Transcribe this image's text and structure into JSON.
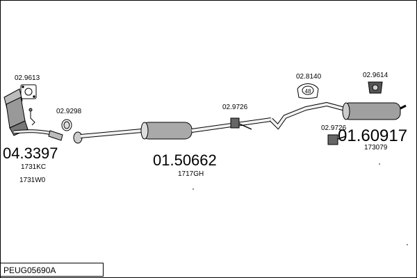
{
  "diagram_code": "PEUG05690A",
  "parts": {
    "catalyst_main": "04.3397",
    "catalyst_sub1": "1731KC",
    "catalyst_sub2": "1731W0",
    "gasket_top_left": "02.9613",
    "clamp_left": "02.9298",
    "middle_main": "01.50662",
    "middle_sub": "1717GH",
    "mount_mid": "02.9726",
    "ring_48": "02.8140",
    "mount_rear_top": "02.9614",
    "mount_rear_bottom": "02.9726",
    "rear_main": "01.60917",
    "rear_sub": "173079"
  },
  "ring_number": "48"
}
